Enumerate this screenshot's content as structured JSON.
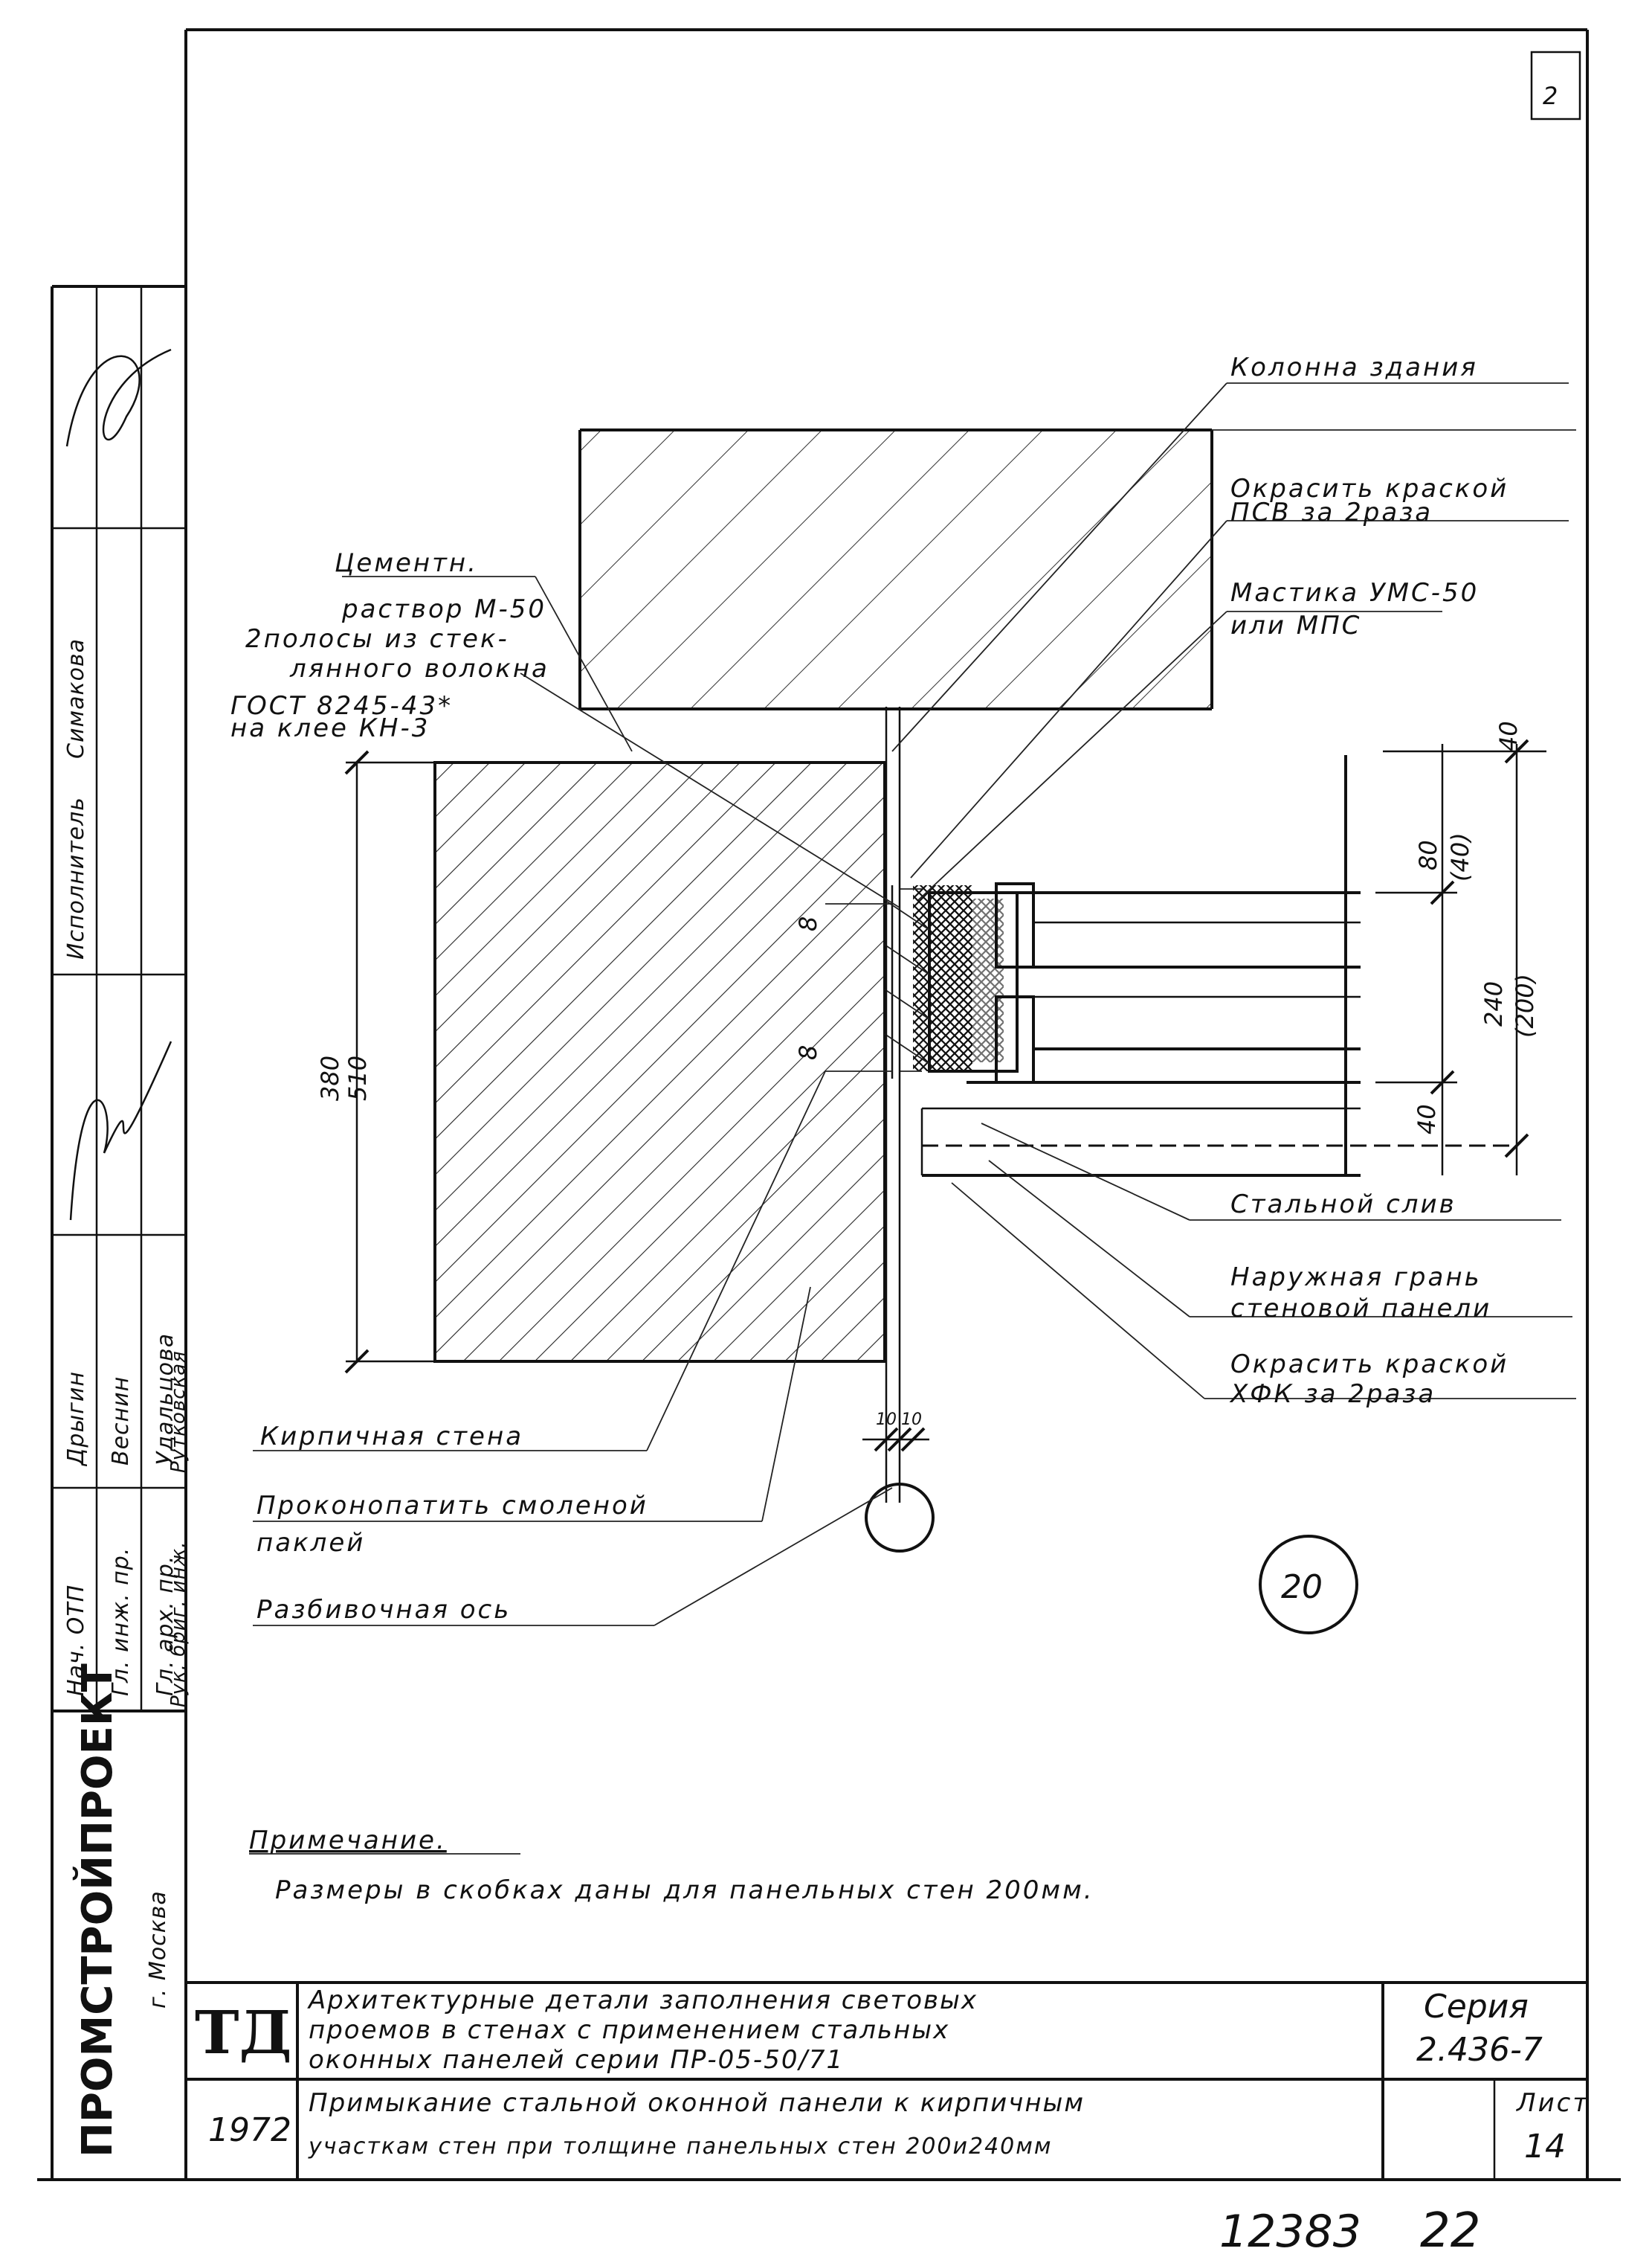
{
  "sheet_corner_mark": "2",
  "labels": {
    "column": "Колонна здания",
    "paint_top_1": "Окрасить краской",
    "paint_top_2": "ПСВ за 2раза",
    "mastic_1": "Мастика УМС-50",
    "mastic_2": "или МПС",
    "cement_1": "Цементн.",
    "cement_2": "раствор М-50",
    "fiber_1": "2полосы из стек-",
    "fiber_2": "лянного волокна",
    "gost_1": "ГОСТ 8245-43*",
    "gost_2": "на клее КН-3",
    "steel_sill": "Стальной слив",
    "outer_face_1": "Наружная грань",
    "outer_face_2": "стеновой панели",
    "paint_bottom_1": "Окрасить краской",
    "paint_bottom_2": "ХФК за 2раза",
    "brick_wall": "Кирпичная стена",
    "caulk_1": "Проконопатить смоленой",
    "caulk_2": "паклей",
    "axis": "Разбивочная ось",
    "callout": "20"
  },
  "dimensions": {
    "wall": "380",
    "wall_alt": "510",
    "top_gap": "40",
    "top_part": "80",
    "top_part_alt": "(40)",
    "panel": "240",
    "panel_alt": "(200)",
    "bottom_part": "40",
    "seam_a": "8",
    "seam_b": "8",
    "gap_left": "10",
    "gap_right": "10"
  },
  "note": {
    "heading": "Примечание.",
    "text": "Размеры в скобках даны для панельных стен 200мм."
  },
  "title_block": {
    "mark": "ТД",
    "title_1": "Архитектурные детали заполнения световых",
    "title_2": "проемов в стенах с применением стальных",
    "title_3": "оконных панелей серии ПР-05-50/71",
    "series_label": "Серия",
    "series_value": "2.436-7",
    "year": "1972",
    "subtitle_1": "Примыкание стальной оконной панели к кирпичным",
    "subtitle_2": "участкам стен при толщине панельных стен 200и240мм",
    "sheet_label": "Лист",
    "sheet_value": "14"
  },
  "side_block": {
    "organization": "ПРОМСТРОЙПРОЕКТ",
    "city": "г. Москва",
    "roles": [
      "Нач. ОТП",
      "Гл. инж. пр.",
      "Гл. арх. пр.",
      "Рук. бриг. инж."
    ],
    "names": [
      "Дрыгин",
      "Веснин",
      "Удальцова",
      "Рутковская"
    ],
    "executor_label": "Исполнитель",
    "executor_name": "Симакова"
  },
  "bottom_numbers": {
    "archive": "12383",
    "page": "22"
  }
}
